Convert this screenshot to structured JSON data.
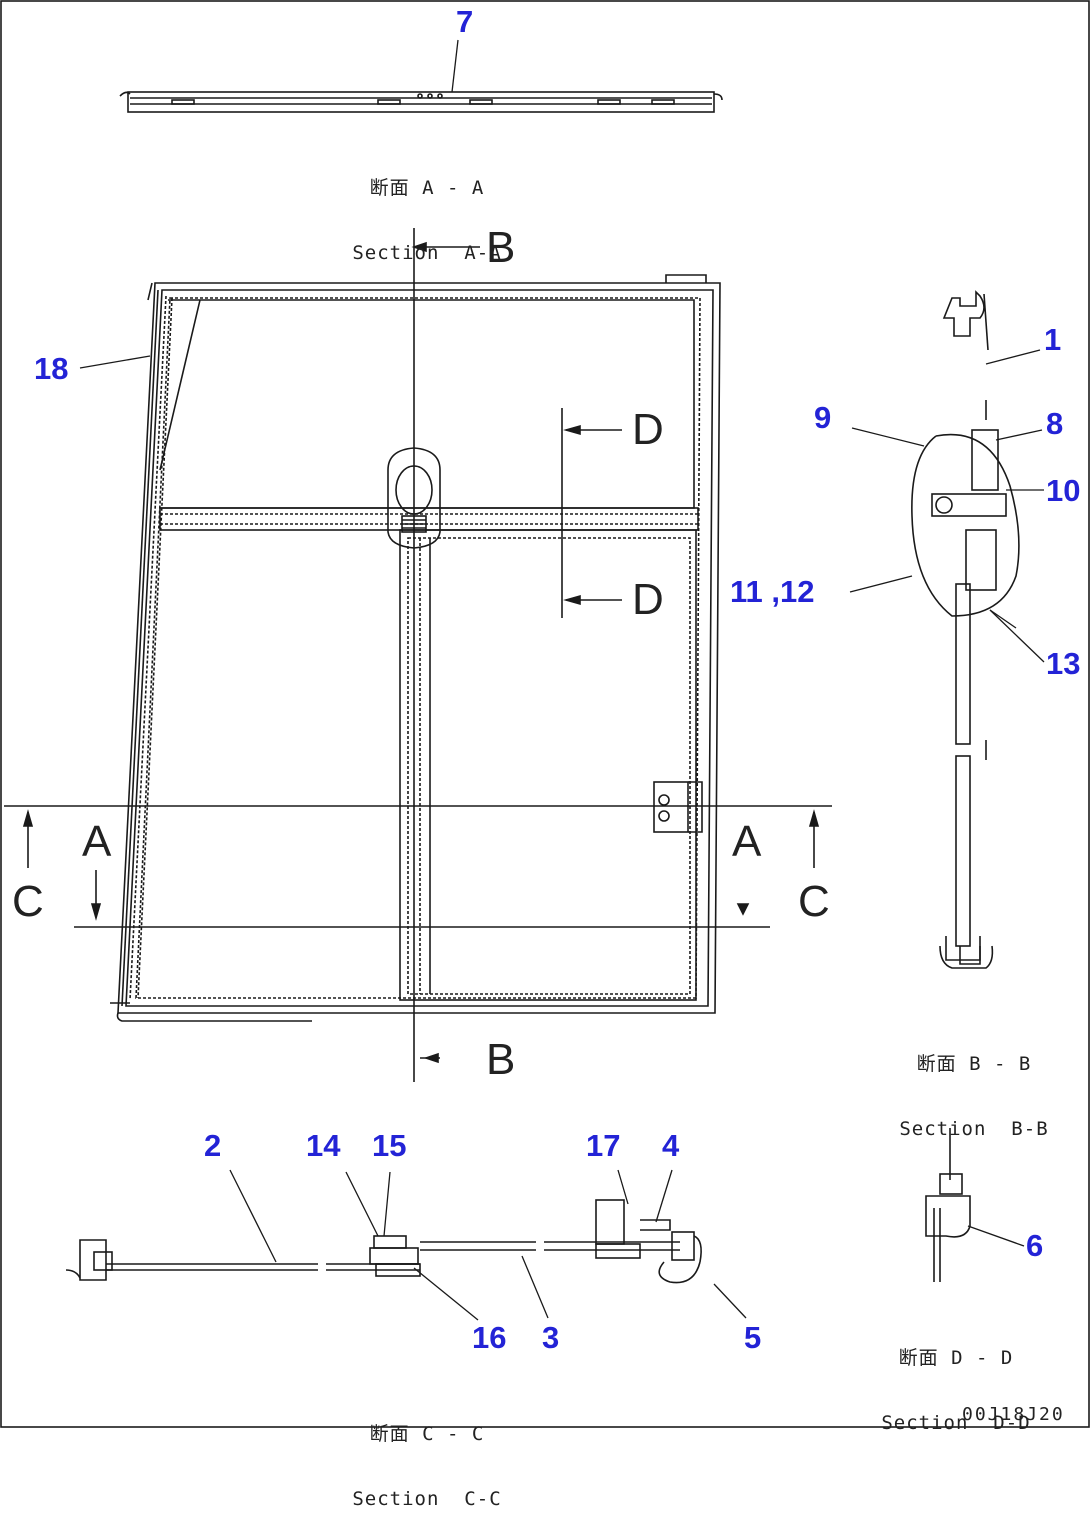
{
  "callouts": {
    "c1": "1",
    "c2": "2",
    "c3": "3",
    "c4": "4",
    "c5": "5",
    "c6": "6",
    "c7": "7",
    "c8": "8",
    "c9": "9",
    "c10": "10",
    "c11_12": "11 ,12",
    "c13": "13",
    "c14": "14",
    "c15": "15",
    "c16": "16",
    "c17": "17",
    "c18": "18"
  },
  "section_markers": {
    "a": "A",
    "b": "B",
    "c": "C",
    "d": "D"
  },
  "captions": {
    "section_aa": {
      "jp": "断面 A - A",
      "en": "Section  A-A"
    },
    "section_bb": {
      "jp": "断面 B - B",
      "en": "Section  B-B"
    },
    "section_cc": {
      "jp": "断面 C - C",
      "en": "Section  C-C"
    },
    "section_dd": {
      "jp": "断面 D - D",
      "en": "Section  D-D"
    }
  },
  "document_number": "00J18J20",
  "colors": {
    "line": "#1a1a1a",
    "callout": "#2323d6",
    "background": "#ffffff"
  }
}
